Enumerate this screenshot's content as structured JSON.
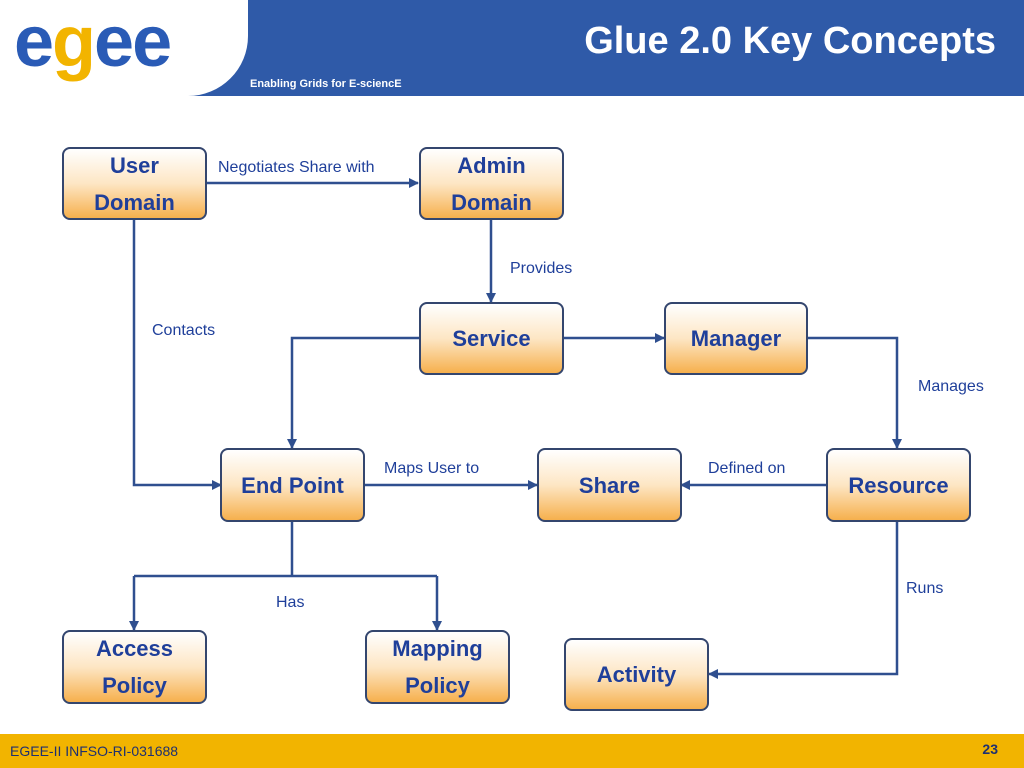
{
  "header": {
    "logo": "egee",
    "tagline": "Enabling Grids for E-sciencE",
    "title": "Glue 2.0 Key Concepts"
  },
  "nodes": {
    "user_domain": "User\nDomain",
    "admin_domain": "Admin\nDomain",
    "service": "Service",
    "manager": "Manager",
    "end_point": "End Point",
    "share": "Share",
    "resource": "Resource",
    "access_policy": "Access\nPolicy",
    "mapping_policy": "Mapping\nPolicy",
    "activity": "Activity"
  },
  "edges": {
    "negotiates": "Negotiates Share with",
    "provides": "Provides",
    "contacts": "Contacts",
    "manages": "Manages",
    "maps_user_to": "Maps User to",
    "defined_on": "Defined on",
    "has": "Has",
    "runs": "Runs"
  },
  "footer": {
    "project": "EGEE-II INFSO-RI-031688",
    "page": "23"
  },
  "colors": {
    "header": "#2f5aa8",
    "footer": "#f2b400",
    "node_border": "#34466e",
    "text": "#1f3f9a"
  }
}
